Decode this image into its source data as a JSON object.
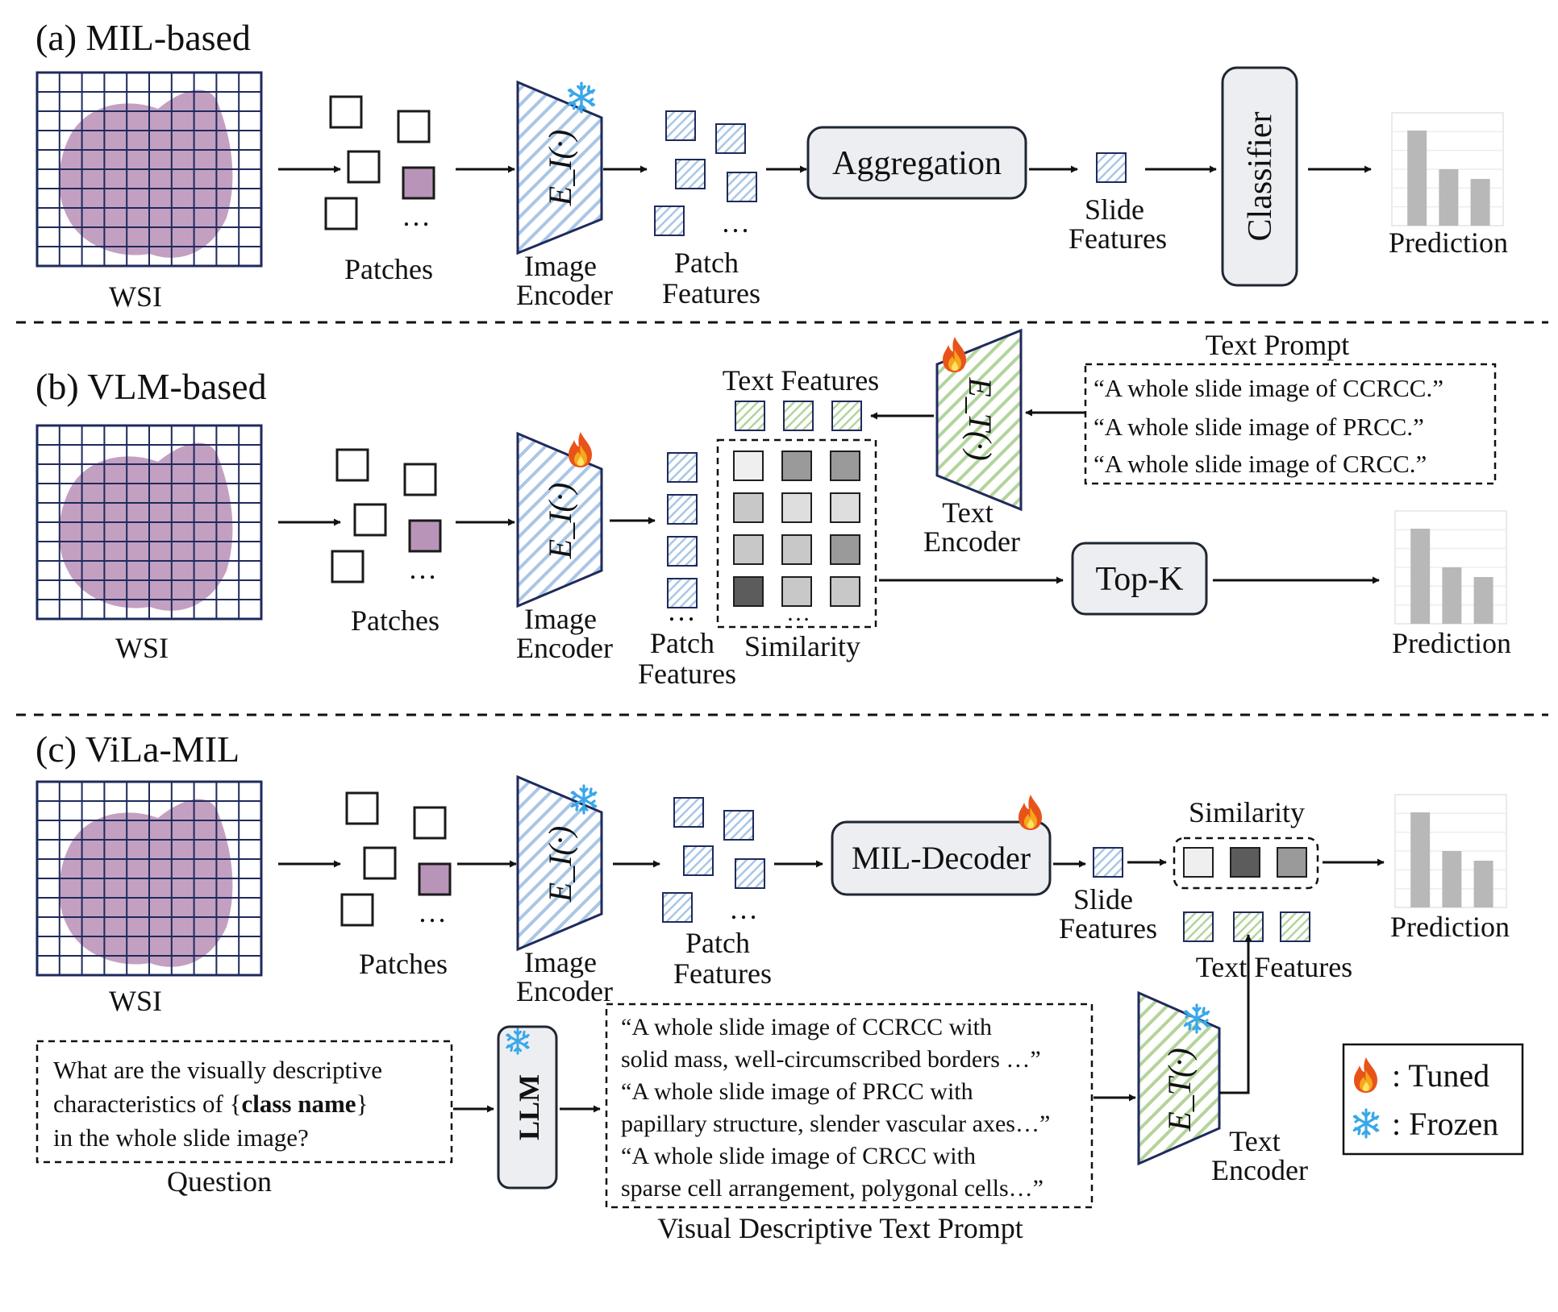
{
  "panels": {
    "a": {
      "title": "(a) MIL-based",
      "wsi": "WSI",
      "patches": "Patches",
      "ellipsis": "…",
      "encoder": [
        "Image",
        "Encoder"
      ],
      "encoder_symbol": "E_I(·)",
      "encoder_state": "frozen",
      "patch_features": [
        "Patch",
        "Features"
      ],
      "aggregation": "Aggregation",
      "slide_features": [
        "Slide",
        "Features"
      ],
      "classifier": "Classifier",
      "prediction": "Prediction"
    },
    "b": {
      "title": "(b) VLM-based",
      "wsi": "WSI",
      "patches": "Patches",
      "ellipsis": "…",
      "encoder": [
        "Image",
        "Encoder"
      ],
      "encoder_symbol": "E_I(·)",
      "encoder_state": "tuned",
      "patch_features": [
        "Patch",
        "Features"
      ],
      "similarity": "Similarity",
      "text_features": "Text Features",
      "text_encoder": [
        "Text",
        "Encoder"
      ],
      "text_encoder_symbol": "E_T(·)",
      "text_encoder_state": "tuned",
      "text_prompt_title": "Text Prompt",
      "text_prompts": [
        "“A whole slide image of CCRCC.”",
        "“A whole slide image of PRCC.”",
        "“A whole slide image of CRCC.”"
      ],
      "topk": "Top-K",
      "prediction": "Prediction"
    },
    "c": {
      "title": "(c) ViLa-MIL",
      "wsi": "WSI",
      "patches": "Patches",
      "ellipsis": "…",
      "encoder": [
        "Image",
        "Encoder"
      ],
      "encoder_symbol": "E_I(·)",
      "encoder_state": "frozen",
      "patch_features": [
        "Patch",
        "Features"
      ],
      "mil_decoder": "MIL-Decoder",
      "mil_decoder_state": "tuned",
      "slide_features": [
        "Slide",
        "Features"
      ],
      "similarity": "Similarity",
      "text_features": "Text Features",
      "prediction": "Prediction",
      "question_lines": [
        [
          "What are the visually descriptive"
        ],
        [
          "characteristics of {",
          "class name",
          "}"
        ],
        [
          "in the whole slide image?"
        ]
      ],
      "question_label": "Question",
      "llm": "LLM",
      "llm_state": "frozen",
      "vd_prompts": [
        "“A whole slide image of CCRCC with",
        "solid mass, well-circumscribed borders …”",
        "“A whole slide image of PRCC with",
        "papillary structure, slender vascular axes…”",
        "“A whole slide image of CRCC with",
        "sparse cell arrangement, polygonal cells…”"
      ],
      "vd_prompt_title": "Visual Descriptive Text Prompt",
      "text_encoder": [
        "Text",
        "Encoder"
      ],
      "text_encoder_symbol": "E_T(·)",
      "text_encoder_state": "frozen"
    }
  },
  "legend": {
    "tuned": ": Tuned",
    "frozen": ": Frozen"
  },
  "colors": {
    "grid": "#1f2a5c",
    "tissue": "#b88fb6",
    "patch": "#b894b8",
    "feature_hatch": "#9fbedf",
    "text_hatch": "#a6cc8c",
    "bar": "#b8b8b8",
    "box_fill": "#eceef1",
    "box_stroke": "#1f2733",
    "sim_cells": [
      "#efefef",
      "#9a9a9a",
      "#c8c8c8",
      "#5c5c5c",
      "#dedede"
    ]
  },
  "similarity_matrix_b": [
    [
      0,
      1,
      1
    ],
    [
      2,
      4,
      4
    ],
    [
      2,
      2,
      1
    ],
    [
      3,
      2,
      2
    ]
  ],
  "similarity_vector_c": [
    0,
    3,
    1
  ]
}
